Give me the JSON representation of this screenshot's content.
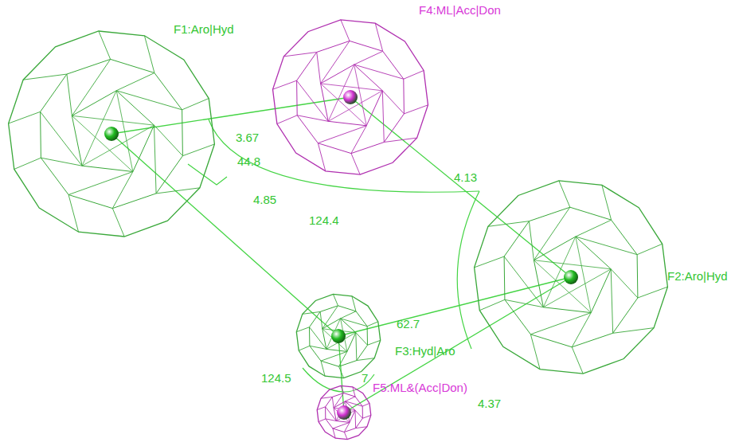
{
  "diagram": {
    "nodes": [
      {
        "text": [
          "F1:Aro|Hyd"
        ]
      },
      {
        "text": [
          "F4:ML|Acc|Don"
        ]
      },
      {
        "text": [
          "F2:Aro|Hyd"
        ]
      },
      {
        "text": [
          "F3:Hyd|Aro"
        ]
      },
      {
        "text": [
          "F5:ML&(Acc|Don)"
        ]
      }
    ],
    "edges": [
      {
        "from": 0,
        "to": 1,
        "arrow": "none",
        "label": "3.67"
      },
      {
        "from": 1,
        "to": 2,
        "arrow": "none",
        "label": "4.13"
      },
      {
        "from": 0,
        "to": 3,
        "arrow": "none",
        "label": "4.85"
      },
      {
        "from": 2,
        "to": 4,
        "arrow": "none",
        "label": "4.37"
      },
      {
        "from": 2,
        "to": 3,
        "arrow": "none"
      },
      {
        "from": 3,
        "to": 4,
        "arrow": "none"
      }
    ],
    "labels": [
      "44.8",
      "124.4",
      "62.7",
      "124.5",
      "7"
    ]
  }
}
